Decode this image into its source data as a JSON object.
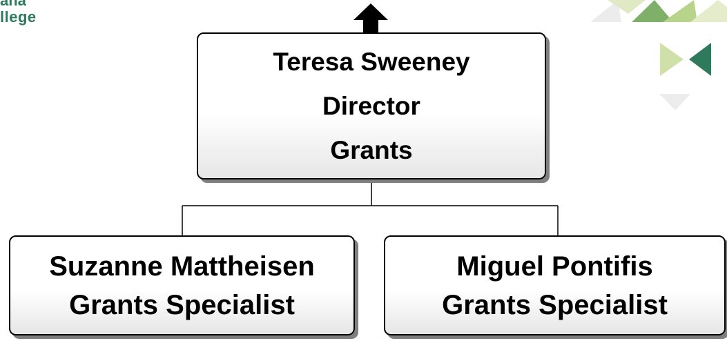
{
  "logo": {
    "partial_text_top": "ana",
    "partial_text": "llege"
  },
  "colors": {
    "brand_green": "#2f7a5c",
    "deco_light_green": "#dfe9c4",
    "deco_green": "#7fb069",
    "deco_grey": "#ececec"
  },
  "org_chart": {
    "root": {
      "name": "Teresa Sweeney",
      "title": "Director",
      "department": "Grants"
    },
    "children": [
      {
        "name": "Suzanne Mattheisen",
        "title": "Grants Specialist"
      },
      {
        "name": "Miguel Pontifis",
        "title": "Grants Specialist"
      }
    ]
  }
}
